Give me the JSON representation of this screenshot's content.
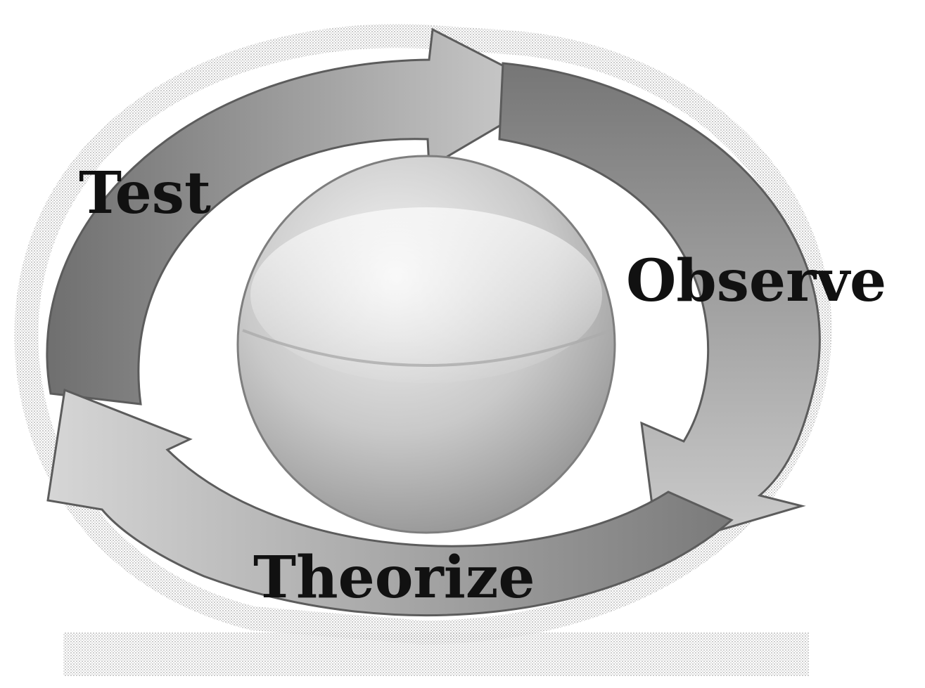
{
  "diagram": {
    "type": "cycle",
    "steps": [
      {
        "label": "Observe"
      },
      {
        "label": "Theorize"
      },
      {
        "label": "Test"
      }
    ],
    "center": {
      "shape": "sphere"
    },
    "colors": {
      "arrow_dark": "#6f6f6f",
      "arrow_light": "#d4d4d4",
      "sphere_light": "#e9e9e9",
      "sphere_dark": "#9c9c9c",
      "label": "#111111"
    }
  }
}
